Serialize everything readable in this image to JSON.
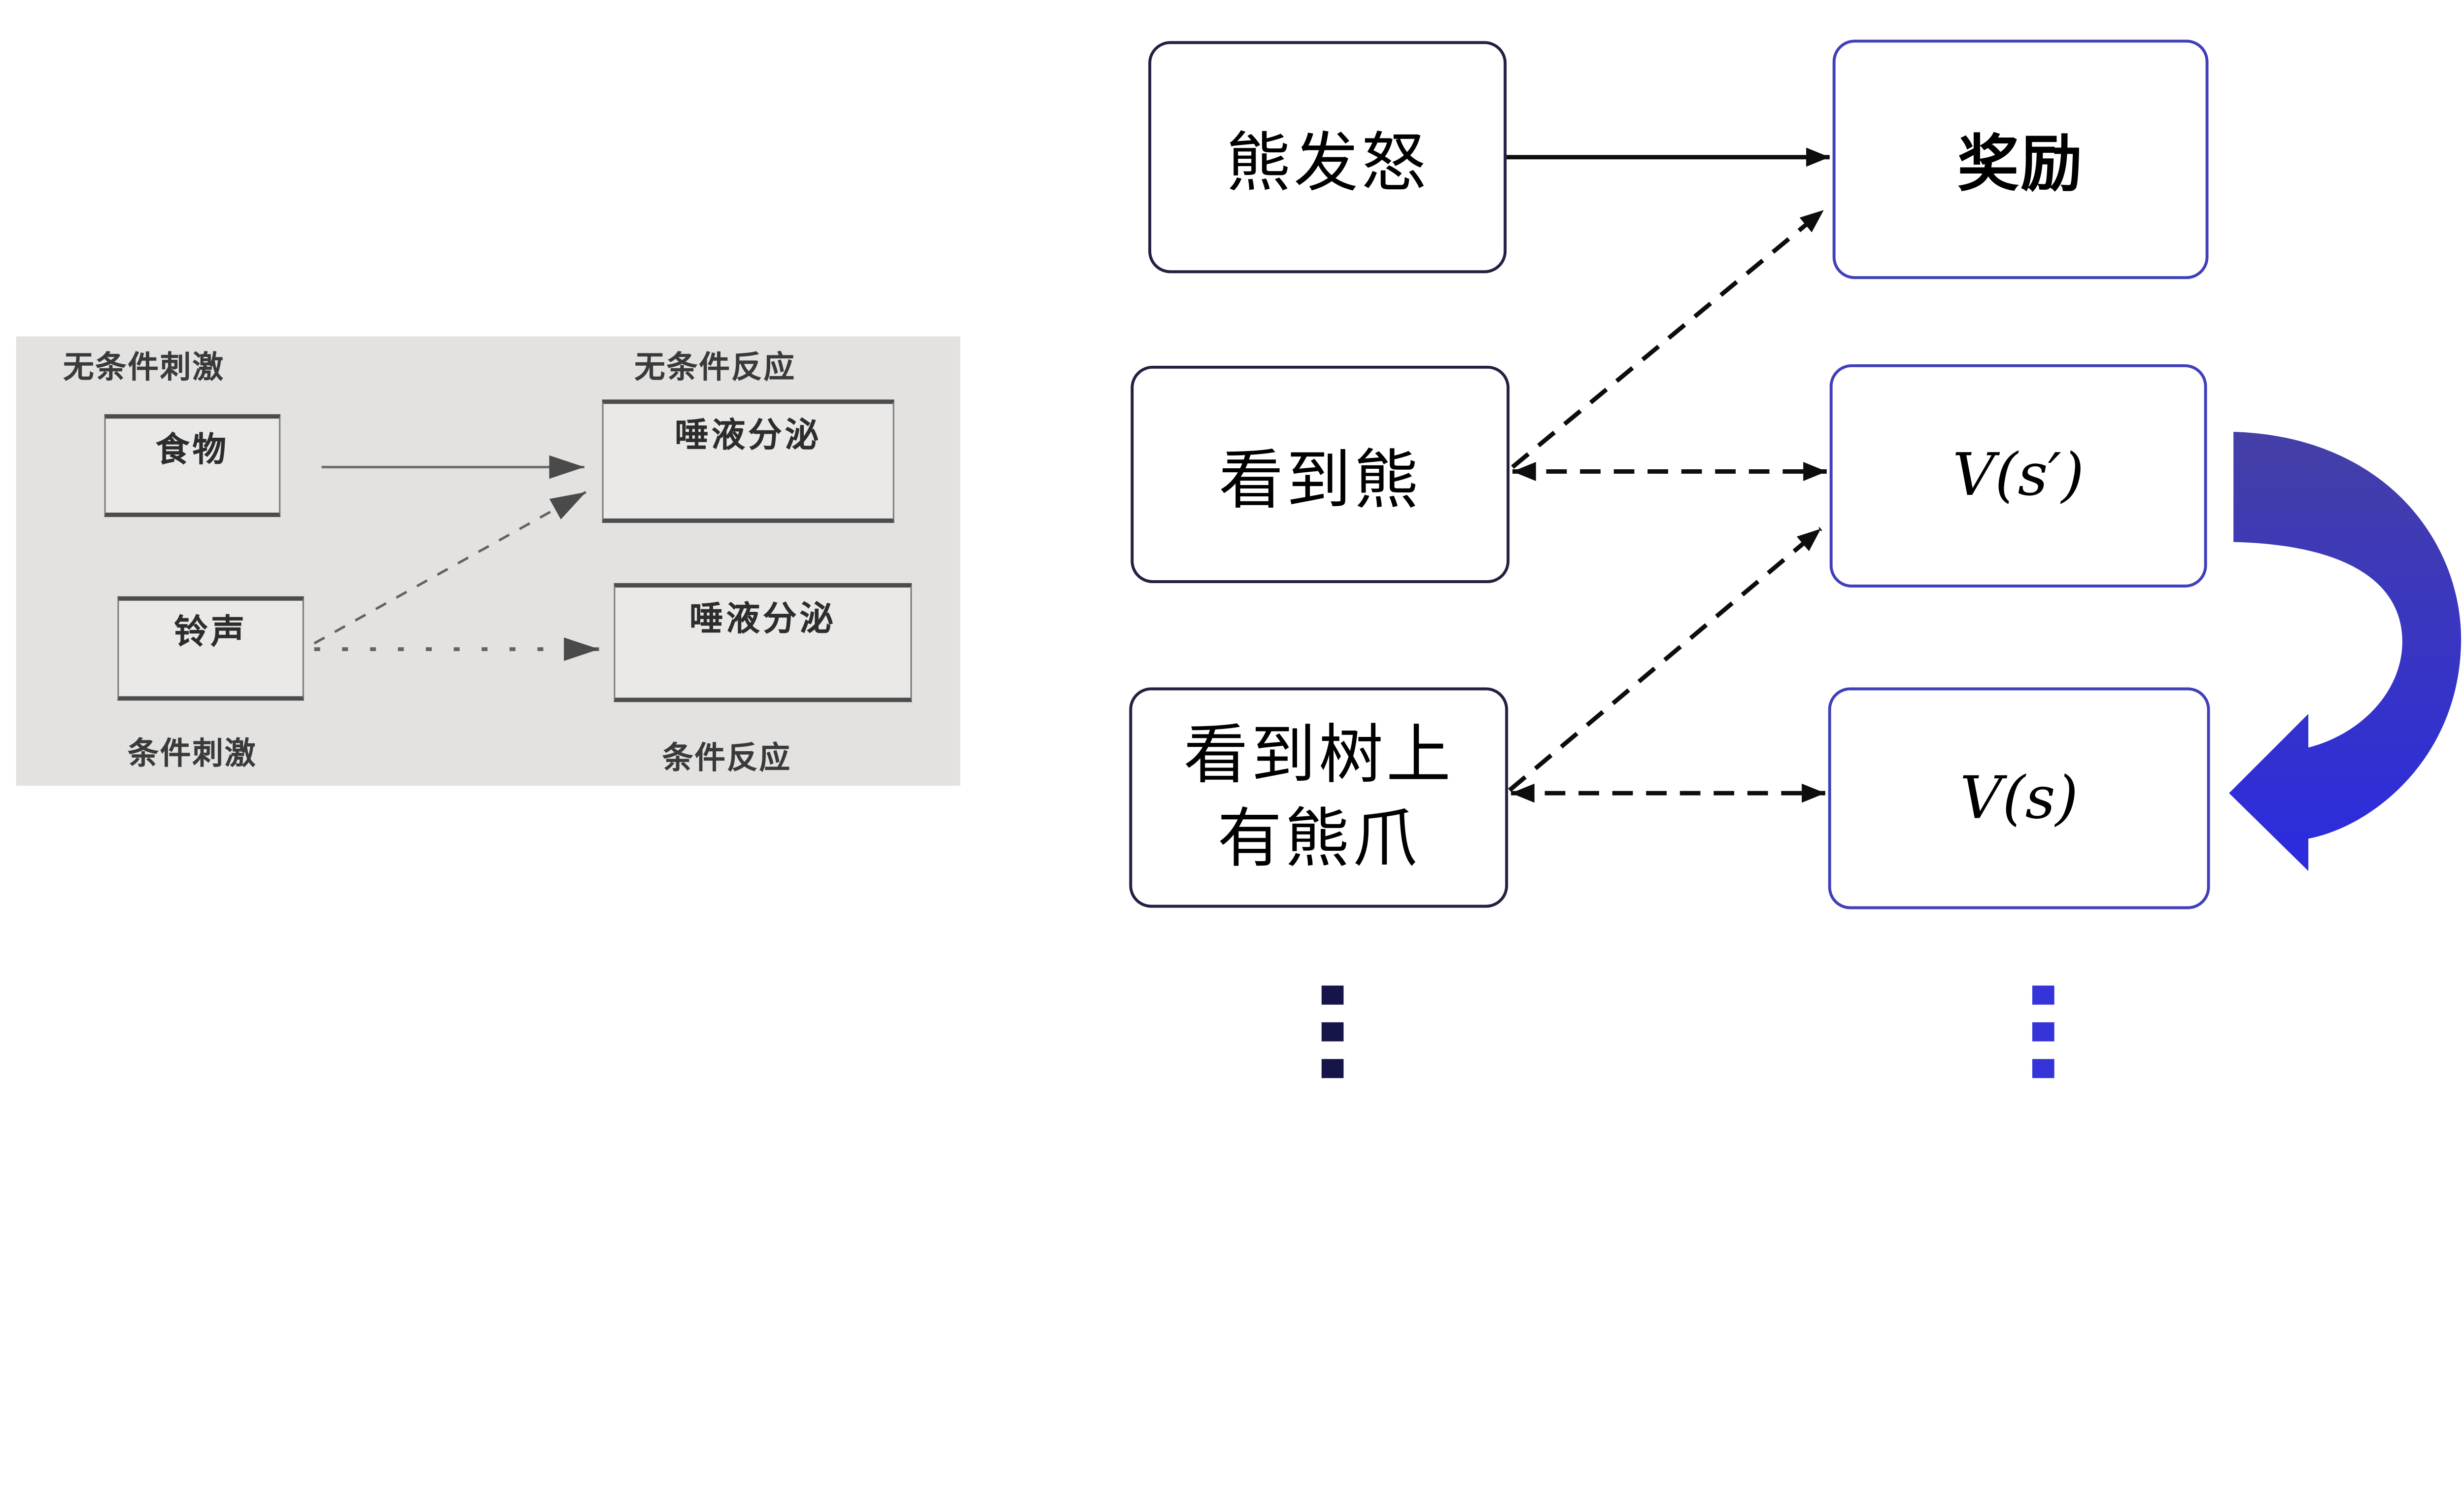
{
  "left_panel": {
    "label_unconditioned_stimulus": "无条件刺激",
    "label_unconditioned_response": "无条件反应",
    "label_conditioned_stimulus": "条件刺激",
    "label_conditioned_response": "条件反应",
    "box_food": "食物",
    "box_salivation_top": "唾液分泌",
    "box_bell": "铃声",
    "box_salivation_bottom": "唾液分泌"
  },
  "right_panel": {
    "row1": {
      "stimulus": "熊发怒",
      "value": "奖励"
    },
    "row2": {
      "stimulus": "看到熊",
      "value": "V(s′)"
    },
    "row3": {
      "stimulus_line1": "看到树上",
      "stimulus_line2": "有熊爪",
      "value": "V(s)"
    }
  },
  "colors": {
    "panel_bg": "#e3e2e1",
    "panel_box_border": "#4c4c4c",
    "col1_box_border": "#242042",
    "col2_box_border": "#4040bb",
    "arrow_black": "#0d0d0d",
    "arrow_gray": "#575757",
    "swoosh_gradient_top": "#453fa6",
    "swoosh_gradient_bottom": "#2b2be0",
    "ellipsis_left": "#15154a",
    "ellipsis_right": "#3434d8"
  }
}
